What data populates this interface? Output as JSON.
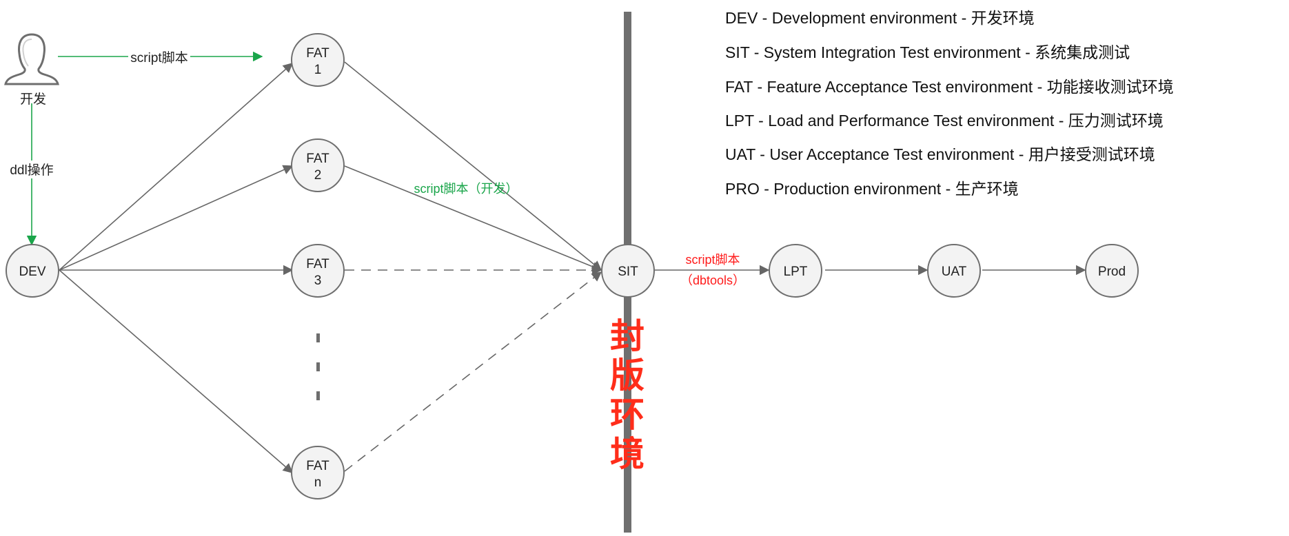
{
  "colors": {
    "edge": "#666666",
    "node_stroke": "#6e6e6e",
    "node_fill": "#f3f3f3",
    "green": "#1aa54a",
    "red": "#ff2d1a",
    "bar": "#6f6f6f"
  },
  "icons": {
    "developer": "person-silhouette-icon"
  },
  "developer_label": "开发",
  "nodes": {
    "dev": [
      "DEV"
    ],
    "fat1": [
      "FAT",
      "1"
    ],
    "fat2": [
      "FAT",
      "2"
    ],
    "fat3": [
      "FAT",
      "3"
    ],
    "fatn": [
      "FAT",
      "n"
    ],
    "sit": [
      "SIT"
    ],
    "lpt": [
      "LPT"
    ],
    "uat": [
      "UAT"
    ],
    "prod": [
      "Prod"
    ]
  },
  "edge_labels": {
    "dev_to_fat1": "script脚本",
    "ddl": "ddl操作",
    "fat2_to_sit": "script脚本（开发）",
    "sit_to_lpt_1": "script脚本",
    "sit_to_lpt_2": "（dbtools）"
  },
  "freeze_label": [
    "封",
    "版",
    "环",
    "境"
  ],
  "legend": [
    "DEV - Development environment - 开发环境",
    "SIT - System Integration Test environment - 系统集成测试",
    "FAT - Feature Acceptance Test environment - 功能接收测试环境",
    "LPT - Load and Performance Test environment - 压力测试环境",
    "UAT - User Acceptance Test environment - 用户接受测试环境",
    "PRO - Production environment - 生产环境"
  ]
}
